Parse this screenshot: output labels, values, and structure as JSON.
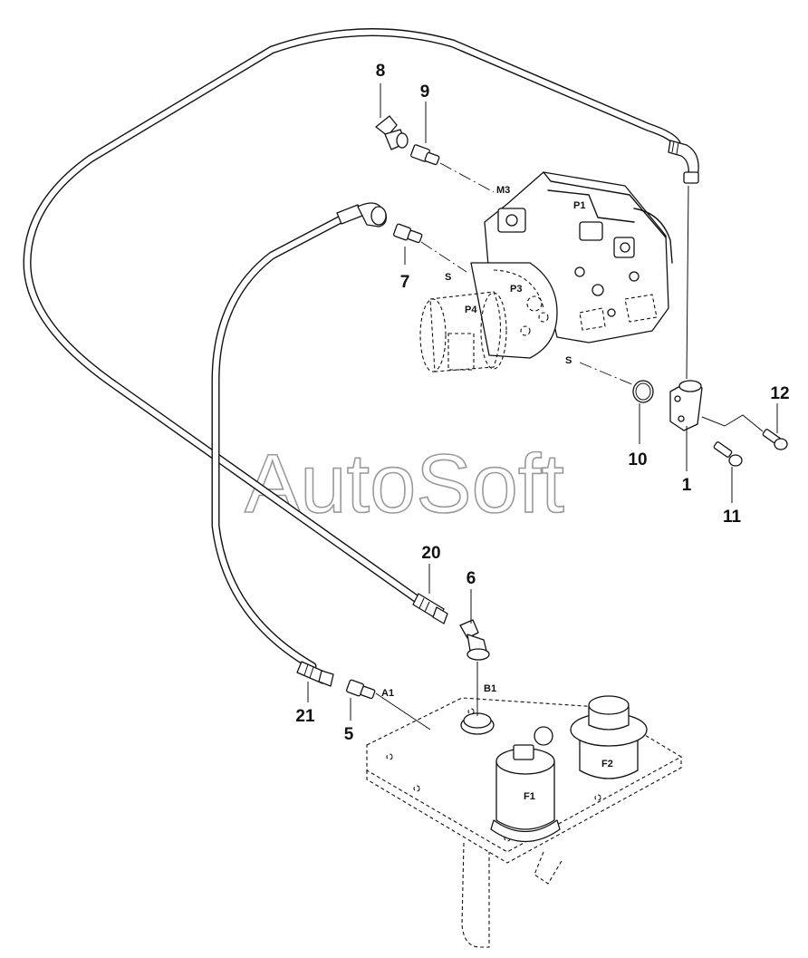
{
  "watermark": "AutoSoft",
  "callouts": {
    "c1": "1",
    "c5": "5",
    "c6": "6",
    "c7": "7",
    "c8": "8",
    "c9": "9",
    "c10": "10",
    "c11": "11",
    "c12": "12",
    "c20": "20",
    "c21": "21"
  },
  "ports": {
    "m3": "M3",
    "p1": "P1",
    "p3": "P3",
    "p4": "P4",
    "s_upper": "S",
    "s_lower": "S",
    "a1": "A1",
    "b1": "B1",
    "f1": "F1",
    "f2": "F2"
  }
}
